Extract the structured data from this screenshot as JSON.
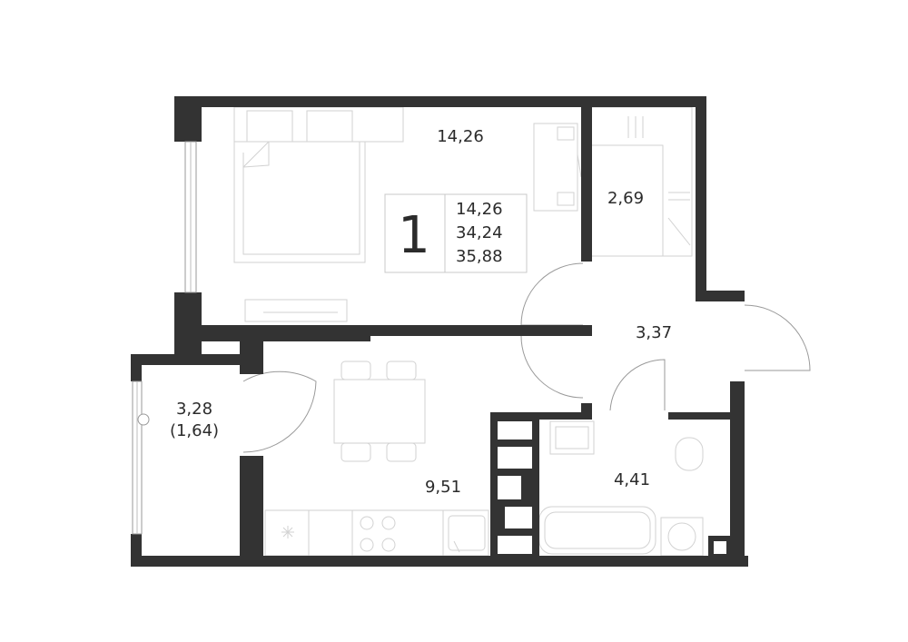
{
  "summary": {
    "rooms_count": "1",
    "living_area": "14,26",
    "total_area": "34,24",
    "total_area_with_balcony": "35,88"
  },
  "rooms": {
    "bedroom": "14,26",
    "wardrobe": "2,69",
    "hallway": "3,37",
    "balcony_area": "3,28",
    "balcony_coef": "(1,64)",
    "kitchen": "9,51",
    "bathroom": "4,41"
  }
}
